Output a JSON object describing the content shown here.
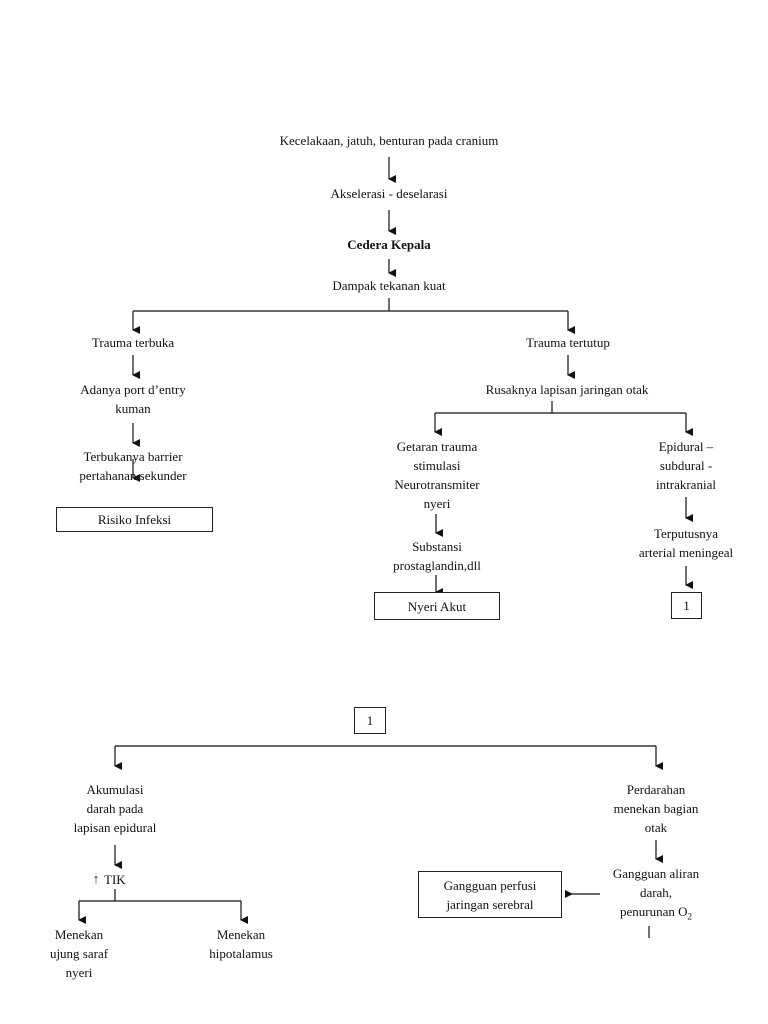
{
  "top": {
    "cause": "Kecelakaan, jatuh, benturan pada cranium",
    "mechanism": "Akselerasi - deselarasi",
    "diagnosis": "Cedera Kepala",
    "impact": "Dampak tekanan kuat"
  },
  "left_branch": {
    "open": "Trauma terbuka",
    "port": "Adanya port d’entry\nkuman",
    "barrier": "Terbukanya barrier\npertahanan sekunder",
    "problem": "Risiko Infeksi"
  },
  "right_branch": {
    "closed": "Trauma tertutup",
    "tissue": "Rusaknya lapisan jaringan otak",
    "vibration": "Getaran trauma\nstimulasi\nNeurotransmiter\nnyeri",
    "prostaglandin": "Substansi\nprostaglandin,dll",
    "pain": "Nyeri Akut",
    "epidural": "Epidural –\nsubdural -\nintrakranial",
    "artery": "Terputusnya\narterial meningeal",
    "connector": "1"
  },
  "lower": {
    "connector": "1",
    "accumulation": "Akumulasi\ndarah pada\nlapisan epidural",
    "tik_arrow": "↑",
    "tik": "TIK",
    "nerve": "Menekan\nujung saraf\nnyeri",
    "hypothalamus": "Menekan\nhipotalamus",
    "bleeding": "Perdarahan\nmenekan bagian\notak",
    "flow": "Gangguan aliran\ndarah,\npenurunan O",
    "flow_sub": "2",
    "perfusion": "Gangguan perfusi\njaringan serebral"
  }
}
